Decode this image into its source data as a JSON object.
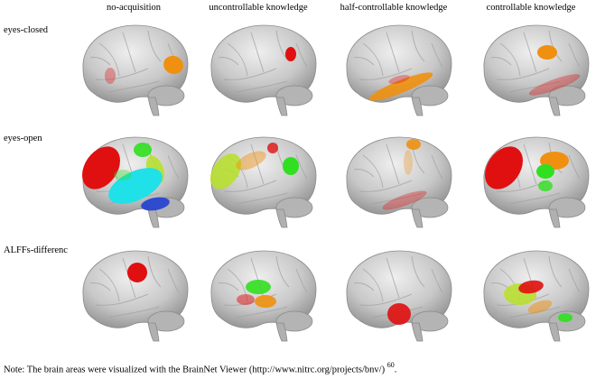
{
  "columns": [
    {
      "key": "no",
      "label": "no-acquisition"
    },
    {
      "key": "unc",
      "label": "uncontrollable knowledge"
    },
    {
      "key": "half",
      "label": "half-controllable knowledge"
    },
    {
      "key": "ctrl",
      "label": "controllable knowledge"
    }
  ],
  "rows": [
    {
      "key": "closed",
      "label": "eyes-closed"
    },
    {
      "key": "open",
      "label": "eyes-open"
    },
    {
      "key": "diff",
      "label": "ALFFs-differenc"
    }
  ],
  "note": {
    "text": "Note: The brain areas were visualized with the BrainNet Viewer (http://www.nitrc.org/projects/bnv/) ",
    "ref": "60",
    "end": "."
  },
  "colors": {
    "red": "#e01010",
    "orange": "#f09010",
    "green": "#30e020",
    "yellow_green": "#b8e030",
    "cyan": "#20e0e8",
    "blue": "#2040d0",
    "brain": "#c8c8c8"
  }
}
